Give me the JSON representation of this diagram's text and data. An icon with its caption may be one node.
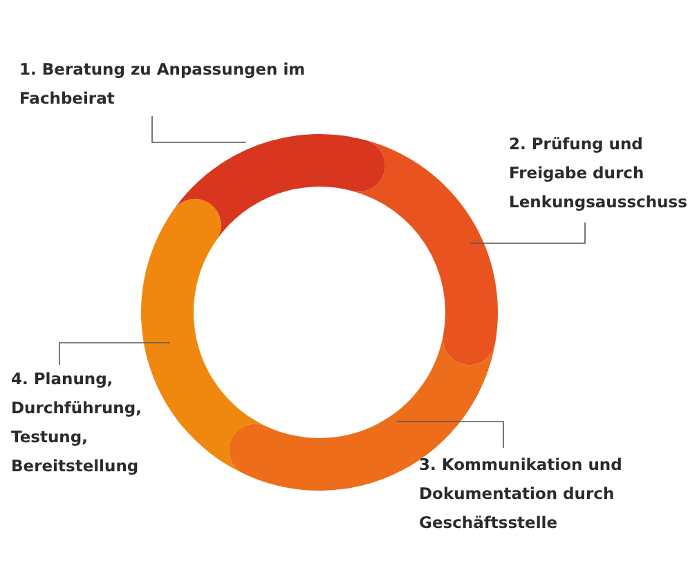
{
  "diagram": {
    "nodes": [
      {
        "text": [
          "1. Beratung zu Anpassungen im Fachbeirat"
        ]
      },
      {
        "text": [
          "2. Prüfung und Freigabe durch Lenkungsausschuss"
        ]
      },
      {
        "text": [
          "3. Kommunikation und Dokumentation durch Geschäftsstelle"
        ]
      },
      {
        "text": [
          "4. Planung, Durchführung, Testung, Bereitstellung"
        ]
      },
      {
        "text": [],
        "shape": "arc"
      },
      {
        "text": [],
        "shape": "arc"
      },
      {
        "text": [],
        "shape": "arc"
      },
      {
        "text": [],
        "shape": "arc"
      }
    ],
    "edges": [
      {
        "from": 0,
        "to": 5,
        "arrow": "none"
      },
      {
        "from": 1,
        "to": 7,
        "arrow": "none"
      },
      {
        "from": 2,
        "to": 6,
        "arrow": "none"
      },
      {
        "from": 3,
        "to": 4,
        "arrow": "none"
      }
    ]
  }
}
